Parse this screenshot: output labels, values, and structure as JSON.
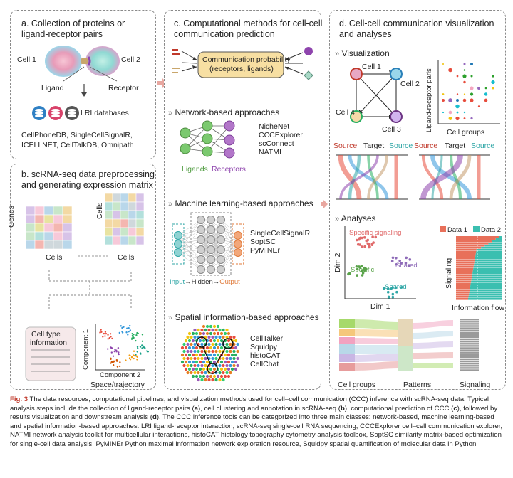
{
  "panel_a": {
    "title_line1": "a. Collection of proteins or",
    "title_line2": "ligand-receptor pairs",
    "cell1": "Cell 1",
    "cell2": "Cell 2",
    "ligand": "Ligand",
    "receptor": "Receptor",
    "lri_databases": "LRI databases",
    "db_line1": "CellPhoneDB, SingleCellSignalR,",
    "db_line2": "ICELLNET, CellTalkDB, Omnipath"
  },
  "panel_b": {
    "title_line1": "b. scRNA-seq data preprocessing",
    "title_line2": "and generating expression matrix",
    "genes": "Genes",
    "cells_x1": "Cells",
    "cells_y": "Cells",
    "cells_x2": "Cells",
    "cell_type_line1": "Cell type",
    "cell_type_line2": "information",
    "component1": "Component 1",
    "component2": "Component 2",
    "space_trajectory": "Space/trajectory"
  },
  "panel_c": {
    "title_line1": "c. Computational methods for cell-cell",
    "title_line2": "communication prediction",
    "prob_line1": "Communication probability",
    "prob_line2": "(receptors, ligands)",
    "network_title": "Network-based approaches",
    "network_tools": [
      "NicheNet",
      "CCCExplorer",
      "scConnect",
      "NATMI"
    ],
    "ligands": "Ligands",
    "receptors": "Receptors",
    "ml_title": "Machine learning-based approaches",
    "ml_tools": [
      "SingleCellSignalR",
      "SoptSC",
      "PyMINEr"
    ],
    "input": "Input",
    "hidden": "Hidden",
    "output": "Output",
    "spatial_title": "Spatial information-based approaches",
    "spatial_tools": [
      "CellTalker",
      "Squidpy",
      "histoCAT",
      "CellChat"
    ]
  },
  "panel_d": {
    "title_line1": "d. Cell-cell communication visualization",
    "title_line2": "and analyses",
    "viz_title": "Visualization",
    "cell1": "Cell 1",
    "cell2": "Cell 2",
    "cell3": "Cell 3",
    "cell4": "Cell 4",
    "lr_pairs": "Ligand-receptor paris",
    "cell_groups_dot": "Cell groups",
    "source_l": "Source",
    "target_l": "Target",
    "source_r": "Source",
    "source_l2": "Source",
    "target_l2": "Target",
    "source_r2": "Source",
    "analyses_title": "Analyses",
    "specific_signaling": "Specific signaling",
    "specific": "Specific",
    "shared1": "Shared",
    "shared2": "Shared",
    "dim2": "Dim 2",
    "dim1": "Dim 1",
    "data1": "Data 1",
    "data2": "Data 2",
    "signaling_axis": "Signaling",
    "information_flow": "Information flow",
    "cell_groups": "Cell groups",
    "patterns": "Patterns",
    "signaling": "Signaling"
  },
  "caption": {
    "fig_label": "Fig. 3",
    "p1": "  The data resources, computational pipelines, and visualization methods used for cell–cell communication (CCC) inference with scRNA-seq data. Typical analysis steps include the collection of ligand-receptor pairs (",
    "a": "a",
    "p2": "), cell clustering and annotation in scRNA-seq (",
    "b": "b",
    "p3": "), computational prediction of CCC (",
    "c": "c",
    "p4": "), followed by results visualization and downstream analysis (",
    "d": "d",
    "p5": "). The CCC inference tools can be categorized into three main classes: network-based, machine learning-based and spatial information-based approaches. LRI ligand-receptor interaction, scRNA-seq single-cell RNA sequencing, CCCExplorer cell–cell communication explorer, NATMI network analysis toolkit for multicellular interactions, histoCAT histology topography cytometry analysis toolbox, SoptSC similarity matrix-based optimization for single-cell data analysis, PyMINEr Python maximal information network exploration resource, Squidpy spatial quantification of molecular data in Python"
  },
  "colors": {
    "border": "#8a8a8a",
    "arrow_pink": "#e8a7a0",
    "prob_box": "#f7dfa2",
    "green": "#5aa34a",
    "purple": "#9b59b6",
    "teal": "#2fa6a6",
    "orange": "#e07a3a",
    "data1": "#e8705a",
    "data2": "#3bbfb0"
  }
}
